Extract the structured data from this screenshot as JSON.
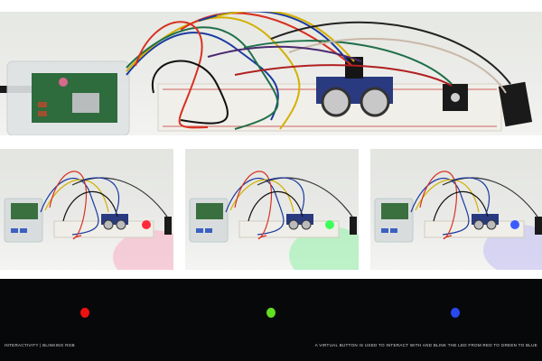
{
  "hero_photo": {
    "subject": "Raspberry Pi wired to breadboard with ultrasonic sensor and RGB LED module",
    "led_state": "off"
  },
  "thumbnails": [
    {
      "subject": "Setup with LED glowing red",
      "led_color": "#ff2a3a",
      "glow_color": "#f6b4c8"
    },
    {
      "subject": "Setup with LED glowing green",
      "led_color": "#3cff5a",
      "glow_color": "#9ff0b0"
    },
    {
      "subject": "Setup with LED glowing blue",
      "led_color": "#3a5cff",
      "glow_color": "#c4c2f4"
    }
  ],
  "indicator_dots": [
    {
      "name": "red",
      "color": "#f01010"
    },
    {
      "name": "green",
      "color": "#60e020"
    },
    {
      "name": "blue",
      "color": "#2848f0"
    }
  ],
  "captions": {
    "left": "Interactivity | Blinking RGB",
    "right": "A virtual button is used to interact with and blink the LED from red to green to blue"
  }
}
